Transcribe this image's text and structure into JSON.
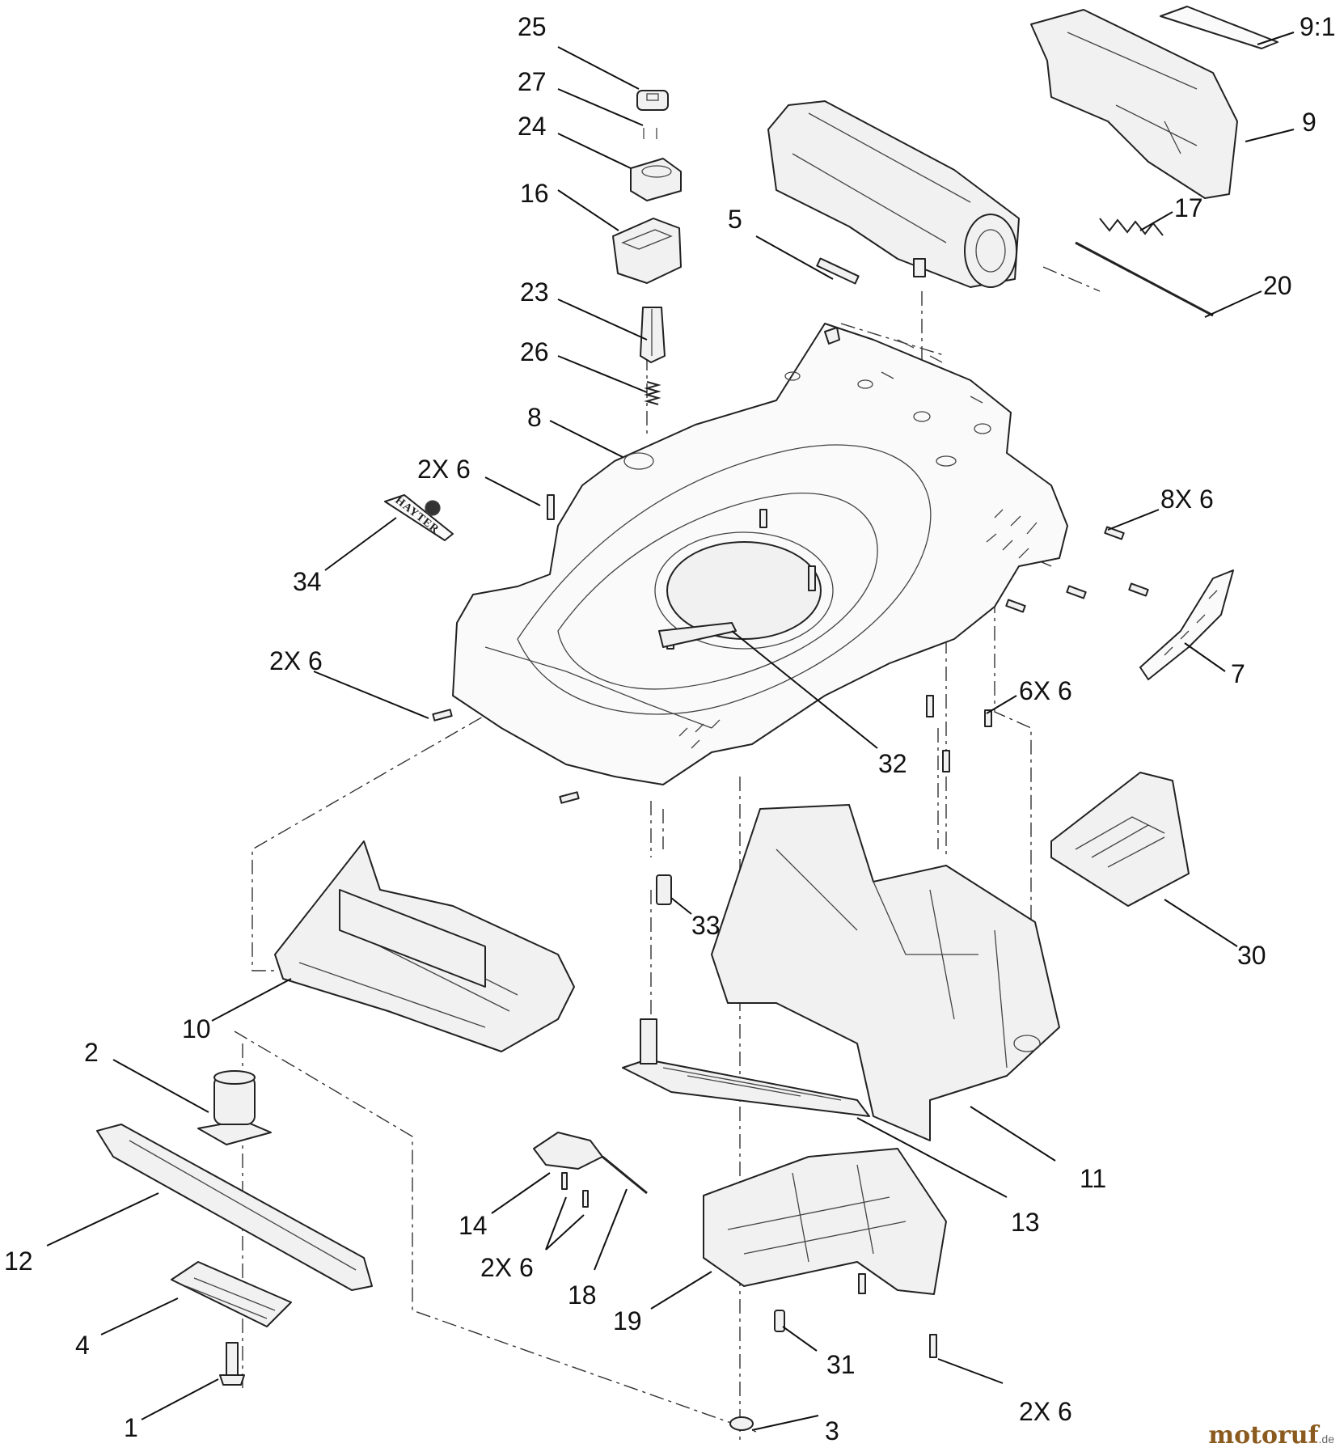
{
  "callouts": {
    "c25": "25",
    "c27": "27",
    "c24": "24",
    "c16": "16",
    "c23": "23",
    "c26": "26",
    "c8": "8",
    "c2x6a": "2X 6",
    "c34": "34",
    "c2x6b": "2X 6",
    "c5": "5",
    "c91": "9:1",
    "c9": "9",
    "c17": "17",
    "c20": "20",
    "c8x6": "8X 6",
    "c7": "7",
    "c6x6": "6X 6",
    "c32": "32",
    "c33": "33",
    "c30": "30",
    "c10": "10",
    "c2": "2",
    "c12": "12",
    "c4": "4",
    "c1": "1",
    "c14": "14",
    "c2x6c": "2X 6",
    "c18": "18",
    "c19": "19",
    "c13": "13",
    "c11": "11",
    "c31": "31",
    "c3": "3",
    "c2x6d": "2X 6"
  },
  "logo": {
    "text": "HAYTER"
  },
  "watermark": {
    "brand": "motoruf",
    "tld": ".de"
  }
}
